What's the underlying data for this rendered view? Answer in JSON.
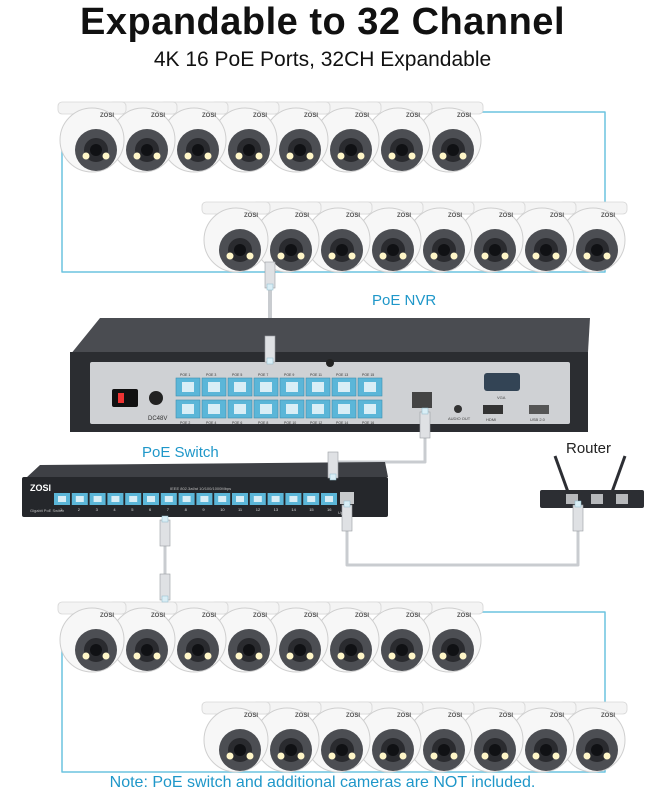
{
  "header": {
    "title": "Expandable to 32 Channel",
    "subtitle": "4K 16 PoE Ports, 32CH Expandable"
  },
  "labels": {
    "nvr": "PoE NVR",
    "switch": "PoE Switch",
    "router": "Router"
  },
  "camera_brand": "ZOSI",
  "nvr_panel": {
    "port_labels": [
      "POE 1",
      "POE 3",
      "POE 5",
      "POE 7",
      "POE 9",
      "POE 11",
      "POE 13",
      "POE 15",
      "POE 2",
      "POE 4",
      "POE 6",
      "POE 8",
      "POE 10",
      "POE 12",
      "POE 14",
      "POE 16"
    ],
    "dc_label": "DC48V",
    "audio_label": "AUDIO OUT",
    "vga_label": "VGA",
    "hdmi_label": "HDMI",
    "usb_label": "USB 2.0"
  },
  "switch_panel": {
    "brand": "ZOSI",
    "model_text": "Gigabit PoE Switch",
    "spec_text": "IEEE 802.3af/at 10/100/1000Mbps",
    "port_numbers": [
      "1",
      "2",
      "3",
      "4",
      "5",
      "6",
      "7",
      "8",
      "9",
      "10",
      "11",
      "12",
      "13",
      "14",
      "15",
      "16"
    ],
    "uplink_label": "Uplink"
  },
  "colors": {
    "accent": "#1f97c9",
    "line": "#6bc3df",
    "port": "#5bb6d8",
    "nvr_body": "#2b2d31",
    "nvr_panel": "#cfd1d4",
    "switch_body": "#25272b",
    "cable": "#c9ccd0"
  },
  "footer": {
    "note": "Note: PoE switch and additional cameras are NOT included."
  }
}
